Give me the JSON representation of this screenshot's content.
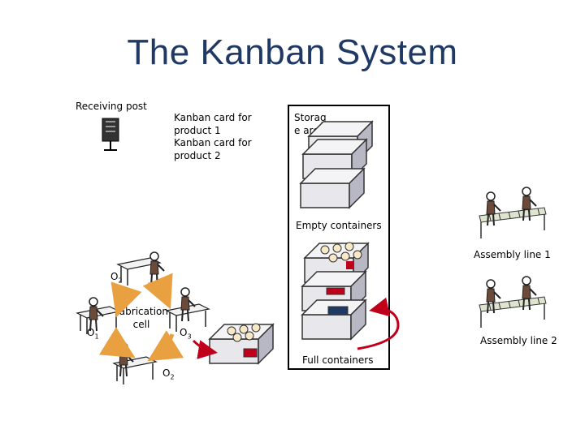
{
  "title": "The Kanban System",
  "labels": {
    "receiving_post": "Receiving post",
    "kanban_card_1": "Kanban card for product 1",
    "kanban_card_2": "Kanban card for product 2",
    "storage_area": "Storag e area",
    "empty_containers": "Empty containers",
    "assembly_line_1": "Assembly line 1",
    "assembly_line_2": "Assembly line 2",
    "full_containers": "Full containers",
    "fabrication_cell": "Fabrication cell",
    "o1": "O",
    "o1_sub": "1",
    "o2_top": "O",
    "o2_top_sub": "2",
    "o2_bottom": "O",
    "o2_bottom_sub": "2",
    "o3": "O",
    "o3_sub": "3"
  },
  "colors": {
    "title": "#1f3864",
    "arrow_red": "#c0001a",
    "cycle_orange": "#e8a040",
    "container_fill": "#e8e8ec",
    "container_shade": "#b8b8c4"
  }
}
